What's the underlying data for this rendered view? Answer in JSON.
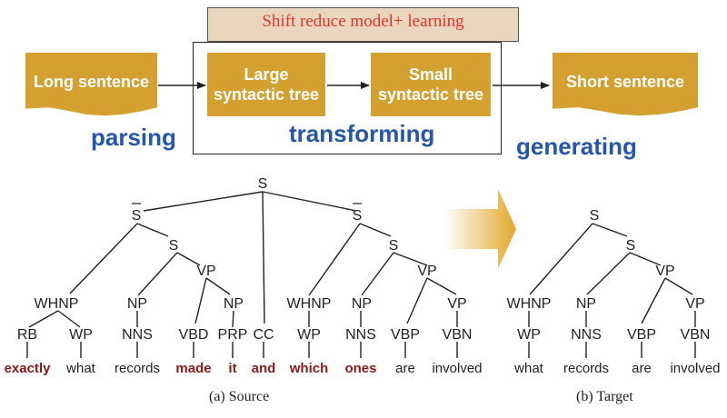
{
  "pipeline": {
    "model_label": "Shift reduce model+ learning",
    "box_long": "Long sentence",
    "box_large_line1": "Large",
    "box_large_line2": "syntactic tree",
    "box_small_line1": "Small",
    "box_small_line2": "syntactic tree",
    "box_short": "Short sentence",
    "label_parsing": "parsing",
    "label_transforming": "transforming",
    "label_generating": "generating"
  },
  "source_tree": {
    "nodes": {
      "root": "S",
      "sbar1": "S",
      "sbar2": "S",
      "s1": "S",
      "vp1": "VP",
      "whnp1": "WHNP",
      "np1": "NP",
      "np2": "NP",
      "cc": "CC",
      "s2": "S",
      "vp2": "VP",
      "whnp2": "WHNP",
      "np3": "NP",
      "vp3": "VP",
      "rb": "RB",
      "wp1": "WP",
      "nns1": "NNS",
      "vbd": "VBD",
      "prp": "PRP",
      "wp2": "WP",
      "nns2": "NNS",
      "vbp": "VBP",
      "vbn": "VBN"
    },
    "words": {
      "exactly": "exactly",
      "what": "what",
      "records": "records",
      "made": "made",
      "it": "it",
      "and": "and",
      "which": "which",
      "ones": "ones",
      "are": "are",
      "involved": "involved"
    },
    "caption": "(a) Source"
  },
  "target_tree": {
    "nodes": {
      "root": "S",
      "s1": "S",
      "vp1": "VP",
      "whnp": "WHNP",
      "np": "NP",
      "vp2": "VP",
      "wp": "WP",
      "nns": "NNS",
      "vbp": "VBP",
      "vbn": "VBN"
    },
    "words": {
      "what": "what",
      "records": "records",
      "are": "are",
      "involved": "involved"
    },
    "caption": "(b) Target"
  },
  "colors": {
    "doc_fill": "#d4a030",
    "banner_fill": "#ead6bf",
    "banner_text": "#e3342b",
    "blue_label": "#2556a8",
    "removed_word": "#8b1a1a",
    "kept_word": "#222222"
  }
}
